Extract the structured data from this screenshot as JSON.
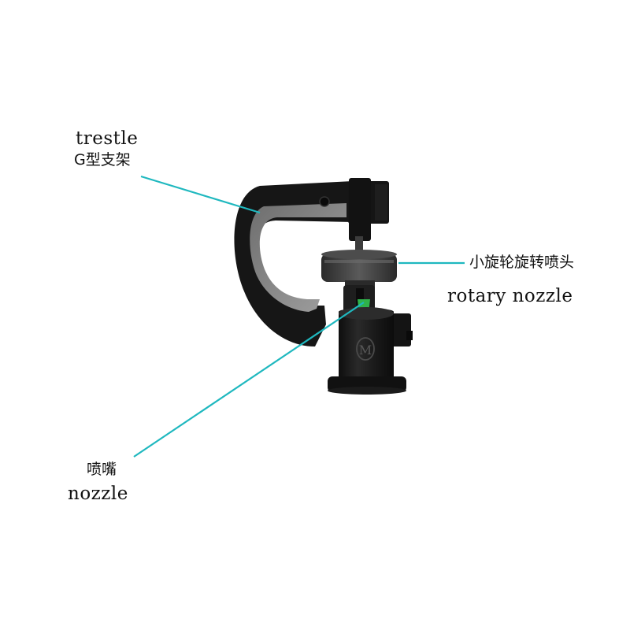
{
  "labels": {
    "trestle_en": "trestle",
    "trestle_zh": "G型支架",
    "rotary_zh": "小旋轮旋转喷头",
    "rotary_en": "rotary nozzle",
    "nozzle_zh": "喷嘴",
    "nozzle_en": "nozzle"
  },
  "product": {
    "logo_mark": "M"
  },
  "colors": {
    "leader_line": "#1fb8bf",
    "body": "#1c1c1c",
    "nozzle_tip": "#2fb34a",
    "frame_inner": "#9a9a9a"
  }
}
